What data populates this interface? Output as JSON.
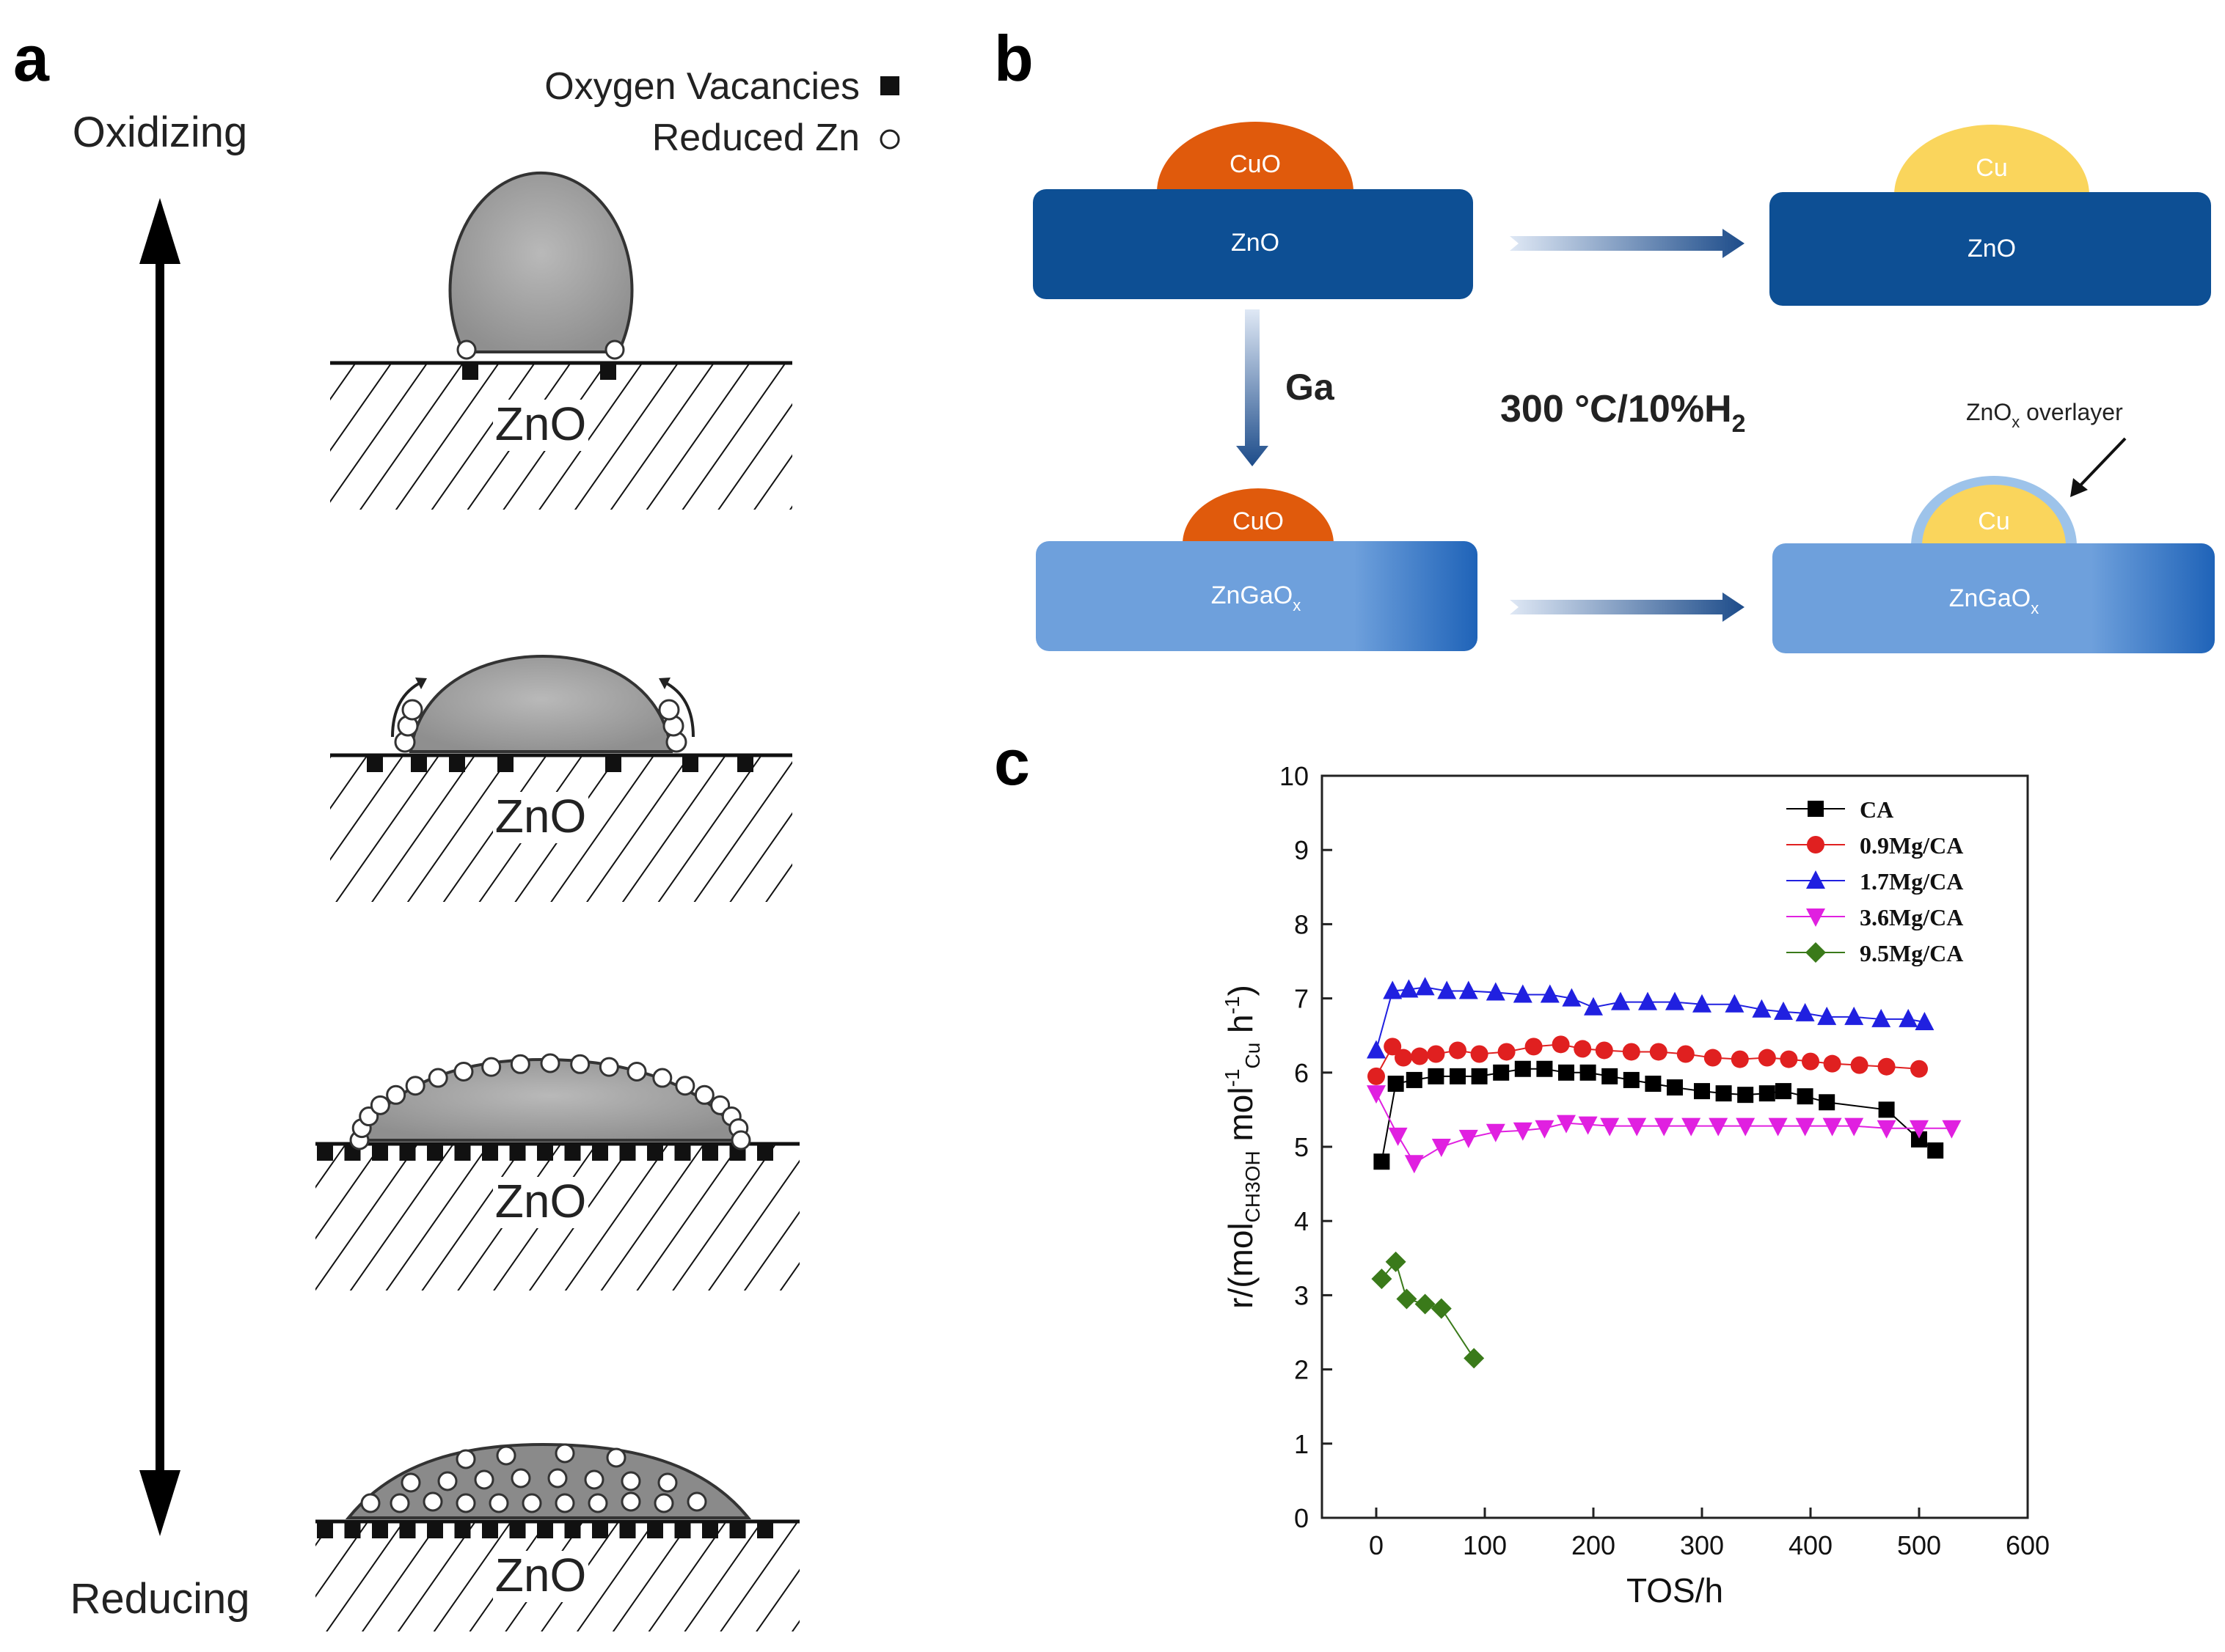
{
  "panel_a": {
    "letter": "a",
    "legend": [
      {
        "label": "Oxygen Vacancies",
        "marker": "filled-square"
      },
      {
        "label": "Reduced Zn",
        "marker": "open-circle"
      }
    ],
    "axis_top": "Oxidizing",
    "axis_bottom": "Reducing",
    "support_label": "ZnO",
    "stages": [
      {
        "stage": 1,
        "shape": "hemisphere",
        "vacancies": 2,
        "reduced_zn": 2
      },
      {
        "stage": 2,
        "shape": "spreading",
        "vacancies": 7,
        "reduced_zn": 6
      },
      {
        "stage": 3,
        "shape": "wetting",
        "vacancies": 17,
        "reduced_zn": 21
      },
      {
        "stage": 4,
        "shape": "alloying",
        "vacancies": 17,
        "reduced_zn": 23
      }
    ]
  },
  "panel_b": {
    "letter": "b",
    "top_left": {
      "particle": "CuO",
      "support": "ZnO"
    },
    "top_right": {
      "particle": "Cu",
      "support": "ZnO"
    },
    "bottom_left": {
      "particle": "CuO",
      "support": "ZnGaO",
      "support_sub": "x"
    },
    "bottom_right": {
      "particle": "Cu",
      "support": "ZnGaO",
      "support_sub": "x"
    },
    "arrow_label_ga": "Ga",
    "condition": "300 °C/10%H",
    "condition_sub": "2",
    "overlayer_label": "ZnO",
    "overlayer_sub": "x",
    "overlayer_suffix": " overlayer",
    "colors": {
      "cuo": "#e05a0c",
      "cu": "#fad55c",
      "zno": "#0d4f94",
      "zngaox": "#5b93d4",
      "overlayer": "#9dc3ea"
    }
  },
  "panel_c": {
    "letter": "c"
  },
  "chart_data": {
    "type": "scatter",
    "xlabel": "TOS/h",
    "ylabel_parts": {
      "a": "r/(mol",
      "b": "CH3OH",
      "c": " mol",
      "d": "-1",
      "e": "Cu",
      "f": " h",
      "g": "-1",
      "h": ")"
    },
    "xlim": [
      -50,
      600
    ],
    "ylim": [
      0,
      10
    ],
    "xticks": [
      0,
      100,
      200,
      300,
      400,
      500,
      600
    ],
    "yticks": [
      0,
      1,
      2,
      3,
      4,
      5,
      6,
      7,
      8,
      9,
      10
    ],
    "legend_position": "top-right",
    "grid": false,
    "series": [
      {
        "name": "CA",
        "marker": "square",
        "color": "#000000",
        "x": [
          5,
          18,
          35,
          55,
          75,
          95,
          115,
          135,
          155,
          175,
          195,
          215,
          235,
          255,
          275,
          300,
          320,
          340,
          360,
          375,
          395,
          415,
          470,
          500,
          515
        ],
        "y": [
          4.8,
          5.85,
          5.9,
          5.95,
          5.95,
          5.95,
          6.0,
          6.05,
          6.05,
          6.0,
          6.0,
          5.95,
          5.9,
          5.85,
          5.8,
          5.75,
          5.72,
          5.7,
          5.72,
          5.75,
          5.68,
          5.6,
          5.5,
          5.1,
          4.95
        ]
      },
      {
        "name": "0.9Mg/CA",
        "marker": "circle",
        "color": "#e02020",
        "x": [
          0,
          15,
          25,
          40,
          55,
          75,
          95,
          120,
          145,
          170,
          190,
          210,
          235,
          260,
          285,
          310,
          335,
          360,
          380,
          400,
          420,
          445,
          470,
          500
        ],
        "y": [
          5.95,
          6.35,
          6.2,
          6.22,
          6.25,
          6.3,
          6.25,
          6.28,
          6.35,
          6.38,
          6.32,
          6.3,
          6.28,
          6.28,
          6.25,
          6.2,
          6.18,
          6.2,
          6.18,
          6.15,
          6.12,
          6.1,
          6.08,
          6.05
        ]
      },
      {
        "name": "1.7Mg/CA",
        "marker": "triangle-up",
        "color": "#2020e0",
        "x": [
          0,
          15,
          30,
          45,
          65,
          85,
          110,
          135,
          160,
          180,
          200,
          225,
          250,
          275,
          300,
          330,
          355,
          375,
          395,
          415,
          440,
          465,
          490,
          505
        ],
        "y": [
          6.3,
          7.1,
          7.12,
          7.15,
          7.1,
          7.1,
          7.08,
          7.05,
          7.05,
          7.0,
          6.88,
          6.95,
          6.95,
          6.95,
          6.92,
          6.92,
          6.85,
          6.82,
          6.8,
          6.75,
          6.75,
          6.72,
          6.72,
          6.68
        ]
      },
      {
        "name": "3.6Mg/CA",
        "marker": "triangle-down",
        "color": "#e020e0",
        "x": [
          0,
          20,
          35,
          60,
          85,
          110,
          135,
          155,
          175,
          195,
          215,
          240,
          265,
          290,
          315,
          340,
          370,
          395,
          420,
          440,
          470,
          500,
          530
        ],
        "y": [
          5.72,
          5.15,
          4.78,
          5.0,
          5.12,
          5.2,
          5.22,
          5.25,
          5.32,
          5.3,
          5.28,
          5.28,
          5.28,
          5.28,
          5.28,
          5.28,
          5.28,
          5.28,
          5.28,
          5.28,
          5.25,
          5.25,
          5.25
        ]
      },
      {
        "name": "9.5Mg/CA",
        "marker": "diamond",
        "color": "#3a7a1a",
        "x": [
          5,
          18,
          28,
          45,
          60,
          90
        ],
        "y": [
          3.22,
          3.45,
          2.95,
          2.88,
          2.82,
          2.15
        ]
      }
    ]
  }
}
